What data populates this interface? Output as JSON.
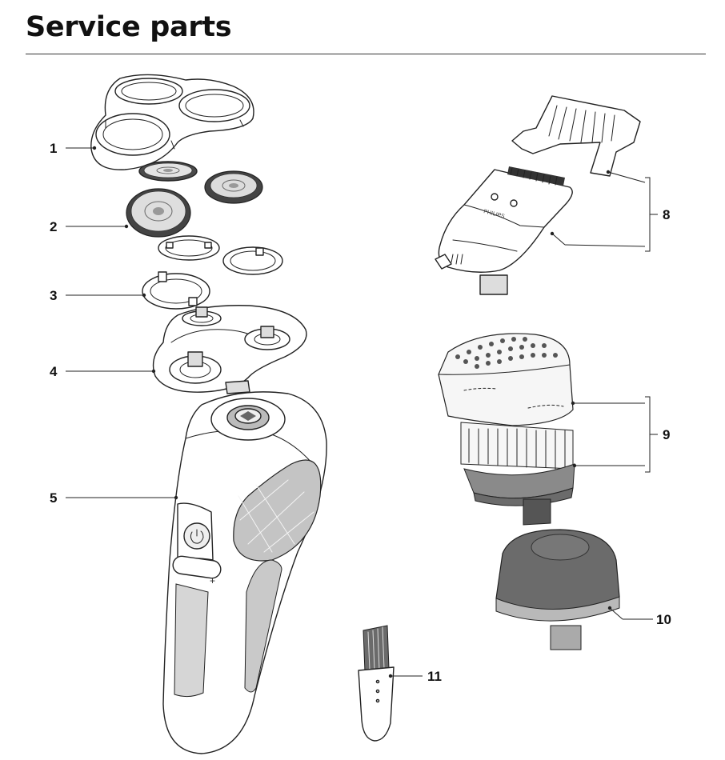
{
  "page": {
    "title": "Service parts"
  },
  "callouts": [
    {
      "id": "1",
      "label": "1"
    },
    {
      "id": "2",
      "label": "2"
    },
    {
      "id": "3",
      "label": "3"
    },
    {
      "id": "4",
      "label": "4"
    },
    {
      "id": "5",
      "label": "5"
    },
    {
      "id": "8",
      "label": "8"
    },
    {
      "id": "9",
      "label": "9"
    },
    {
      "id": "10",
      "label": "10"
    },
    {
      "id": "11",
      "label": "11"
    }
  ],
  "trimmer_brand": "PHILIPS",
  "colors": {
    "outline": "#222222",
    "light_gray": "#e8e8e8",
    "mid_gray": "#b9b9b9",
    "dark_gray": "#6b6b6b",
    "grip_gray": "#c4c4c4"
  }
}
